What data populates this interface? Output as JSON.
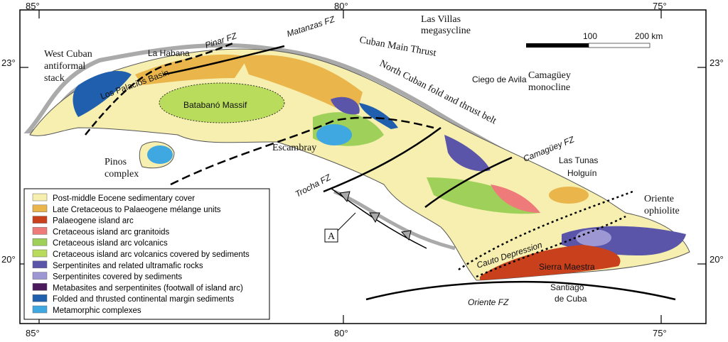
{
  "axes": {
    "lon_top": [
      "85°",
      "80°",
      "75°"
    ],
    "lon_bottom": [
      "85°",
      "80°",
      "75°"
    ],
    "lat_left": [
      "23°",
      "20°"
    ],
    "lat_right": [
      "23°",
      "20°"
    ]
  },
  "scale": {
    "mid": "100",
    "end": "200 km"
  },
  "labels": {
    "west_cuban": [
      "West Cuban",
      "antiformal",
      "stack"
    ],
    "la_habana": "La Habana",
    "pinar": "Pinar FZ",
    "matanzas": "Matanzas FZ",
    "cuban_main_thrust": "Cuban Main Thrust",
    "las_villas": [
      "Las Villas",
      "megasycline"
    ],
    "north_cuban": "North Cuban fold and thrust belt",
    "ciego": "Ciego de Avila",
    "camaguey_mono": [
      "Camagüey",
      "monocline"
    ],
    "los_palacios": "Los Palacios Basin",
    "batabano": "Batabanó Massif",
    "pinos": [
      "Pinos",
      "complex"
    ],
    "escambray": "Escambray",
    "trocha": "Trocha FZ",
    "camaguey_fz": "Camagüey FZ",
    "las_tunas": "Las Tunas",
    "holguin": "Holguín",
    "oriente_oph": [
      "Oriente",
      "ophiolite"
    ],
    "cauto": "Cauto Depression",
    "sierra": "Sierra Maestra",
    "santiago": [
      "Santiago",
      "de Cuba"
    ],
    "oriente_fz": "Oriente FZ",
    "a_box": "A"
  },
  "legend": [
    {
      "label": "Post-middle Eocene sedimentary cover",
      "color": "#f7efb0"
    },
    {
      "label": "Late Cretaceous to Palaeogene mélange units",
      "color": "#eab54a"
    },
    {
      "label": "Palaeogene island arc",
      "color": "#c9401c"
    },
    {
      "label": "Cretaceous island arc granitoids",
      "color": "#ef7a7a"
    },
    {
      "label": "Cretaceous island arc volcanics",
      "color": "#9fd05a"
    },
    {
      "label": "Cretaceous island arc volcanics covered  by sediments",
      "color": "#b9dc5c"
    },
    {
      "label": "Serpentinites and related ultramafic rocks",
      "color": "#5a55a8"
    },
    {
      "label": "Serpentinites covered  by sediments",
      "color": "#9d98d4"
    },
    {
      "label": "Metabasites and serpentinites (footwall of island arc)",
      "color": "#4a1a5a"
    },
    {
      "label": "Folded and thrusted continental margin sediments",
      "color": "#1f5fae"
    },
    {
      "label": "Metamorphic complexes",
      "color": "#3fa8e0"
    }
  ]
}
